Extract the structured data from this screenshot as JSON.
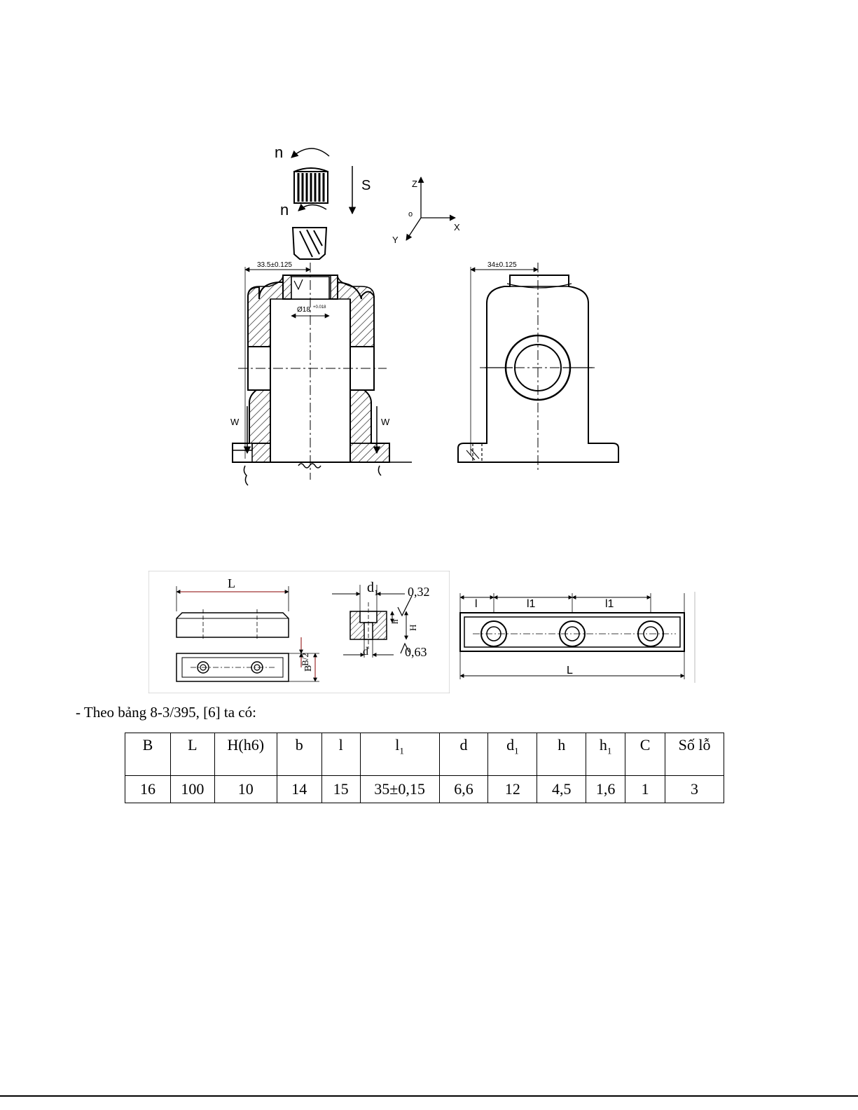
{
  "figure1": {
    "labels": {
      "n_top": "n",
      "n_bottom": "n",
      "feed": "S",
      "axis_z": "Z",
      "axis_o": "o",
      "axis_x": "X",
      "axis_y": "Y",
      "dim_left": "33.5±0.125",
      "dim_right": "34±0.125",
      "diameter": "Ø18",
      "diameter_tol": "+0.018",
      "clamp_left": "W",
      "clamp_right": "W"
    }
  },
  "figure2": {
    "labels": {
      "L": "L",
      "d1": "d",
      "d1_sub": "1",
      "roughness_top": "0,32",
      "h": "h",
      "H": "H",
      "d": "d",
      "roughness_bottom": "0,63",
      "half_B": "B/2",
      "B": "B"
    }
  },
  "figure3": {
    "labels": {
      "l": "l",
      "l1_a": "l1",
      "l1_b": "l1",
      "L": "L"
    }
  },
  "caption": "- Theo bảng 8-3/395, [6] ta có:",
  "table": {
    "headers": [
      {
        "main": "B",
        "sub": ""
      },
      {
        "main": "L",
        "sub": ""
      },
      {
        "main": "H(h6)",
        "sub": ""
      },
      {
        "main": "b",
        "sub": ""
      },
      {
        "main": "l",
        "sub": ""
      },
      {
        "main": "l",
        "sub": "1"
      },
      {
        "main": "d",
        "sub": ""
      },
      {
        "main": "d",
        "sub": "1"
      },
      {
        "main": "h",
        "sub": ""
      },
      {
        "main": "h",
        "sub": "1"
      },
      {
        "main": "C",
        "sub": ""
      },
      {
        "main": "Số lỗ",
        "sub": ""
      }
    ],
    "values": [
      "16",
      "100",
      "10",
      "14",
      "15",
      "35±0,15",
      "6,6",
      "12",
      "4,5",
      "1,6",
      "1",
      "3"
    ]
  }
}
